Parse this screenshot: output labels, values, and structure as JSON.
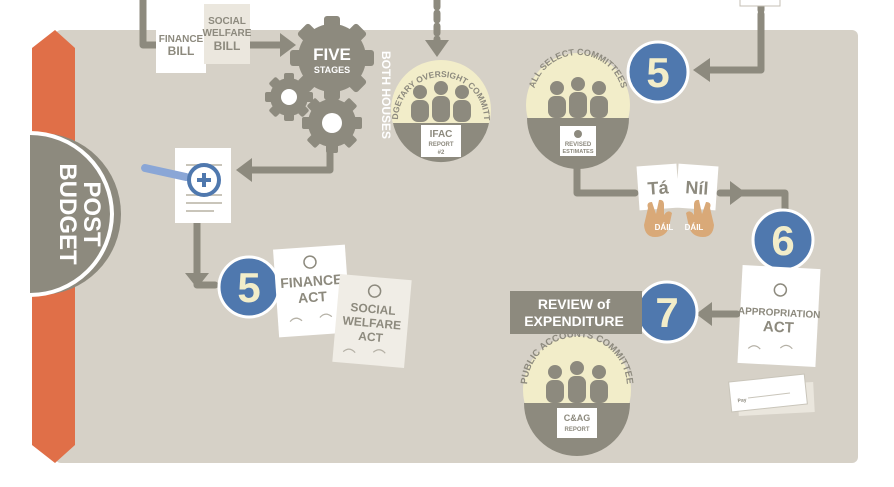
{
  "side_tab": {
    "line1": "POST",
    "line2": "BUDGET"
  },
  "top_docs": {
    "finance_bill": [
      "FINANCE",
      "BILL"
    ],
    "social_welfare_bill": [
      "SOCIAL",
      "WELFARE",
      "BILL"
    ]
  },
  "five_stages": {
    "line1": "FIVE",
    "line2": "STAGES"
  },
  "both_houses": "BOTH HOUSES",
  "budgetary_committee": {
    "arc": "BUDGETARY OVERSIGHT COMMITTEE",
    "tag": [
      "IFAC",
      "REPORT",
      "#2"
    ]
  },
  "select_committees": {
    "arc": "ALL SELECT COMMITTEES",
    "tag": [
      "REVISED",
      "ESTIMATES"
    ]
  },
  "step_numbers": {
    "five_a": "5",
    "five_b": "5",
    "six": "6",
    "seven": "7"
  },
  "votes": {
    "yes": "Tá",
    "no": "Níl",
    "hand_label": "DÁIL"
  },
  "finance_act": [
    "FINANCE",
    "ACT"
  ],
  "social_welfare_act": [
    "SOCIAL",
    "WELFARE",
    "ACT"
  ],
  "appropriation_act": [
    "APPROPRIATION",
    "ACT"
  ],
  "review": {
    "line1": "REVIEW of",
    "line2": "EXPENDITURE"
  },
  "public_accounts": {
    "arc": "PUBLIC ACCOUNTS COMMITTEE",
    "tag": [
      "C&AG",
      "REPORT"
    ]
  },
  "cheque": {
    "name_label": "Pay"
  },
  "colors": {
    "panel": "#d6d1c7",
    "flow": "#8d8a7e",
    "step_blue": "#4f78ae",
    "accent_orange": "#e06f48",
    "cream": "#f2edc9",
    "figure": "#8a877b",
    "hand": "#d9a978"
  }
}
